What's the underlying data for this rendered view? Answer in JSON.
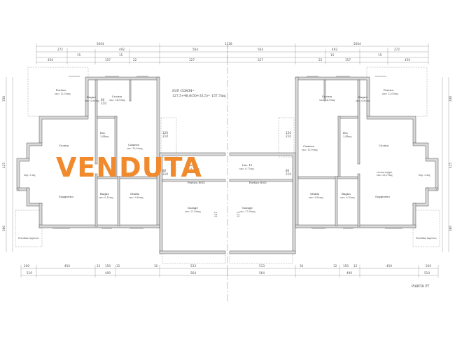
{
  "stamp": {
    "text": "VENDUTA",
    "color": "#f08a2c"
  },
  "sup_label": "SUP COMM=",
  "sup_formula": "127,5+48,6(50+33,5)= 157,7mq",
  "sheet_label": "PIANTA PT",
  "dimensions": {
    "top_total": "1128",
    "top_row1": [
      "5004",
      "564",
      "564",
      "5004"
    ],
    "top_row2": [
      "272",
      "492",
      "492",
      "272"
    ],
    "top_row3": [
      "450",
      "15",
      "157",
      "15",
      "22",
      "327",
      "327",
      "22",
      "15",
      "157",
      "15",
      "450"
    ],
    "bottom_row1": [
      "200",
      "450",
      "12",
      "150",
      "12",
      "30",
      "533",
      "533",
      "30",
      "12",
      "150",
      "12",
      "450",
      "200"
    ],
    "bottom_row2": [
      "510",
      "490",
      "564",
      "564",
      "490",
      "510"
    ],
    "side_left": [
      "330",
      "425",
      "380"
    ],
    "side_right": [
      "330",
      "425",
      "380"
    ],
    "misc": [
      "80",
      "210",
      "120",
      "210",
      "80",
      "210",
      "317",
      "317",
      "80",
      "210",
      "120",
      "210"
    ]
  },
  "left_unit": {
    "porch_top": {
      "name": "Portico",
      "area": "sm= 12,05mq"
    },
    "bath_top": {
      "name": "Bagno",
      "area": "sm= 6,80mq"
    },
    "kitchen": {
      "name": "Cucina",
      "area": "sm= 14,59mq"
    },
    "wardrobe": {
      "name": "Dis.",
      "area": "3,44mq"
    },
    "bedroom": {
      "name": "Camera",
      "area": "sm= 13,90mq"
    },
    "living": {
      "name": "Cucina",
      "area": ""
    },
    "living2": {
      "name": "Soggiorno",
      "area": ""
    },
    "bath_bottom": {
      "name": "Bagno",
      "area": "sm= 6,10mq"
    },
    "studio": {
      "name": "Studio",
      "area": "sm= 9,80mq"
    },
    "side_porch": {
      "name": "Sup. 3 mq",
      "area": ""
    },
    "rear_porch": {
      "name": "Pensilina Ingresso",
      "area": ""
    },
    "garage_hall": {
      "name": "Lav. 15",
      "area": "sm= 8,77mq"
    },
    "garage_storage": {
      "name": "Portico 80/5",
      "area": ""
    },
    "garage": {
      "name": "Garage",
      "area": "sm= 27,56mq"
    }
  },
  "right_unit": {
    "porch_top": {
      "name": "Portico",
      "area": "sm= 12,05mq"
    },
    "bath_top": {
      "name": "Bagno",
      "area": "sm= 6,80mq"
    },
    "kitchen": {
      "name": "Cucina",
      "area": "sm= 14,59mq"
    },
    "wardrobe": {
      "name": "Dis.",
      "area": "3,44mq"
    },
    "bedroom": {
      "name": "Camera",
      "area": "sm= 13,90mq"
    },
    "living": {
      "name": "Cucina",
      "area": ""
    },
    "living2": {
      "name": "Soggiorno",
      "area": ""
    },
    "living_note": {
      "name": "cucina soggio.",
      "area": "sm= 38,07mq"
    },
    "bath_bottom": {
      "name": "Bagno",
      "area": "sm= 6,10mq"
    },
    "studio": {
      "name": "Studio",
      "area": "sm= 9,80mq"
    },
    "side_porch": {
      "name": "Sup. 3 mq",
      "area": ""
    },
    "rear_porch": {
      "name": "Pensilina Ingresso",
      "area": ""
    },
    "garage_hall": {
      "name": "Lav. 15",
      "area": "sm= 8,77mq"
    },
    "garage_storage": {
      "name": "Portico 80/5",
      "area": ""
    },
    "garage": {
      "name": "Garage",
      "area": "sm= 27,56mq"
    }
  }
}
